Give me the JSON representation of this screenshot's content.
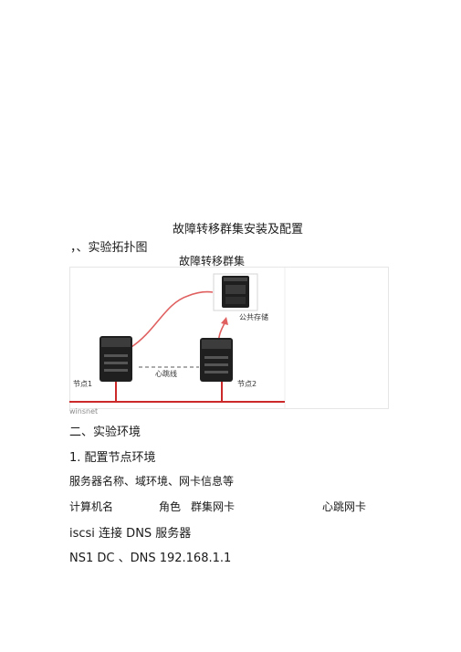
{
  "doc": {
    "title": "故障转移群集安装及配置",
    "section1": "，、实验拓扑图",
    "figure_caption": "故障转移群集",
    "watermark": "winsnet",
    "section2": "二、实验环境",
    "subsection1": "1. 配置节点环境",
    "line_info": "服务器名称、域环境、网卡信息等",
    "header_cols": [
      "计算机名",
      "角色",
      "群集网卡",
      "心跳网卡"
    ],
    "line_iscsi": "iscsi 连接  DNS 服务器",
    "line_ns1": "NS1 DC 、DNS 192.168.1.1"
  },
  "diagram": {
    "storage_label": "公共存储",
    "heartbeat_label": "心跳线",
    "node1_label": "节点1",
    "node2_label": "节点2",
    "link_color": "#d9534f",
    "bus_color": "#cc2a2a",
    "heartbeat_color": "#6a6a6a"
  }
}
